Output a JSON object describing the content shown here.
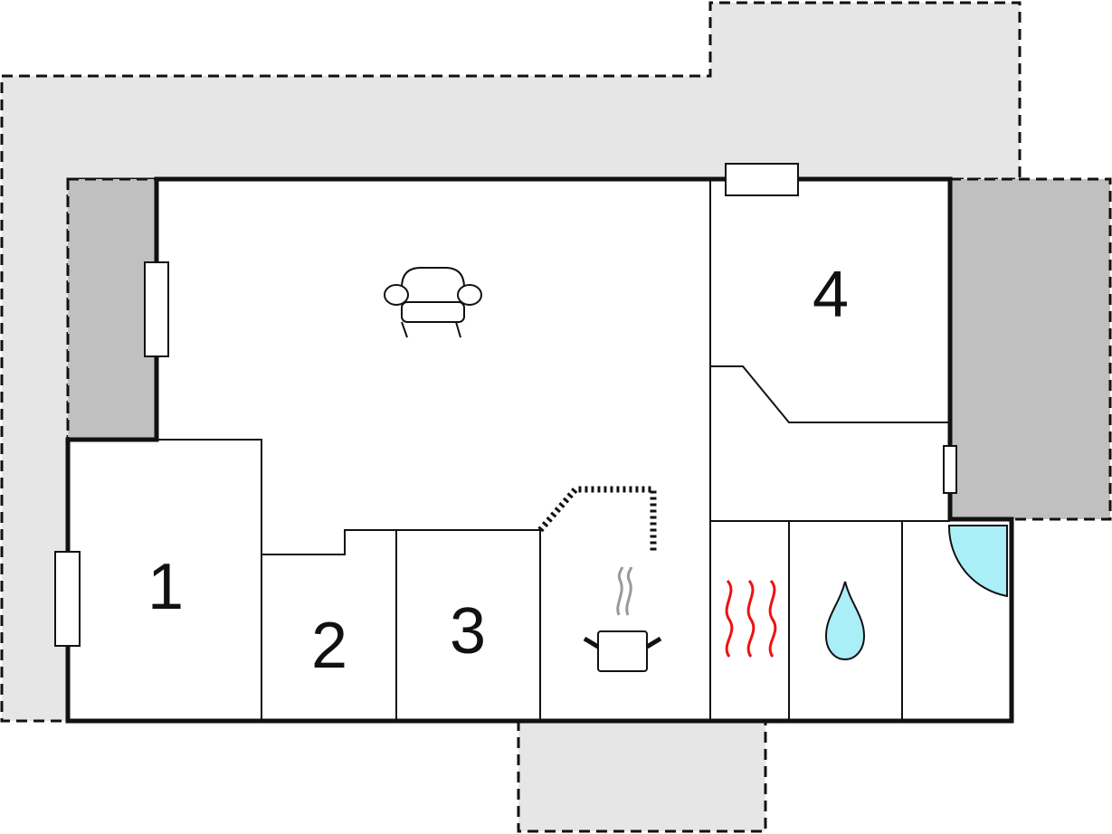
{
  "rooms": [
    {
      "id": "bedroom-1",
      "label": "1"
    },
    {
      "id": "bedroom-2",
      "label": "2"
    },
    {
      "id": "bedroom-3",
      "label": "3"
    },
    {
      "id": "bedroom-4",
      "label": "4"
    }
  ],
  "icons": {
    "living": "armchair-icon",
    "kitchen": "cooking-pot-icon",
    "sauna": "heat-waves-icon",
    "bathroom": "water-drop-icon",
    "entrance": "door-swing-icon"
  },
  "colors": {
    "wall": "#111111",
    "terrace_light": "#e6e6e6",
    "terrace_dark": "#c0c0c0",
    "heat": "#ee1111",
    "water": "#aaeef8",
    "steam": "#999999"
  }
}
